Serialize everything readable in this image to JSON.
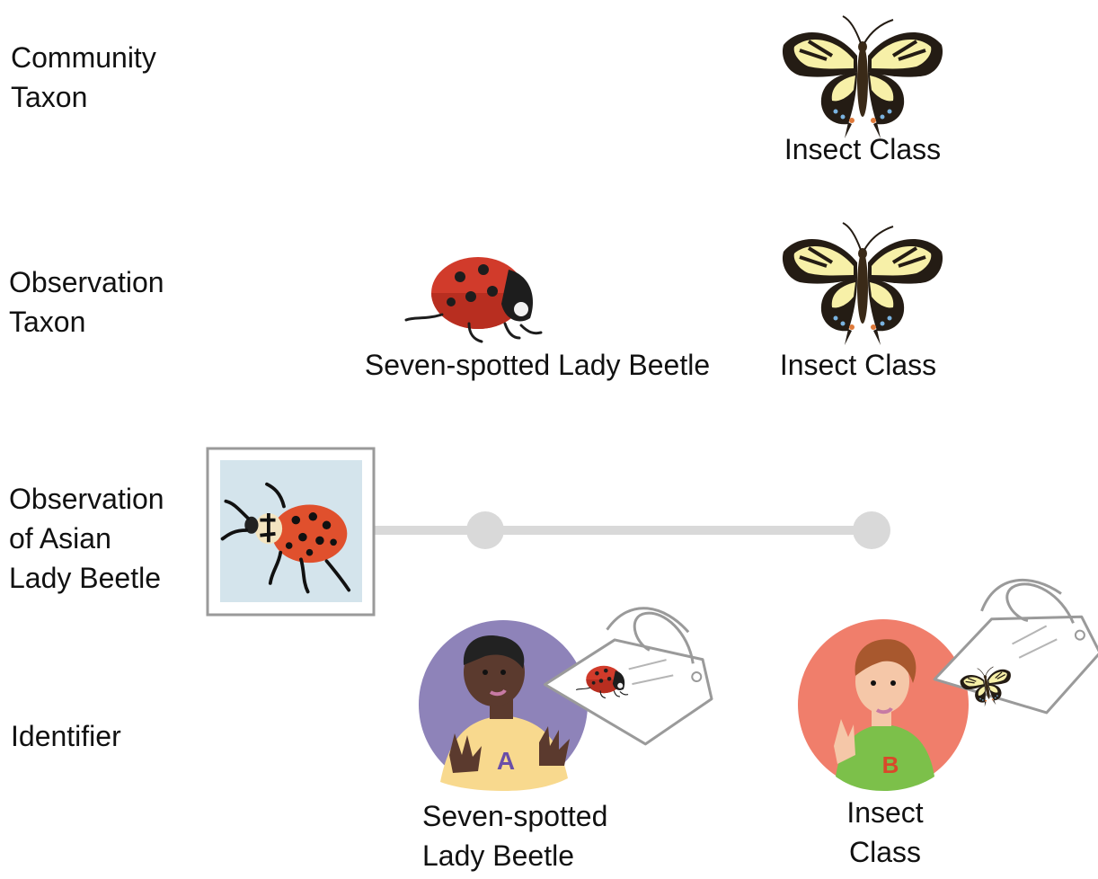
{
  "rows": {
    "community_taxon": "Community\nTaxon",
    "observation_taxon": "Observation\nTaxon",
    "observation": "Observation\nof Asian\nLady Beetle",
    "identifier": "Identifier"
  },
  "community": {
    "taxon_caption": "Insect Class",
    "taxon_icon": "swallowtail-butterfly"
  },
  "observation_taxon": {
    "candidate_a_caption": "Seven-spotted Lady Beetle",
    "candidate_a_icon": "ladybug",
    "candidate_b_caption": "Insect Class",
    "candidate_b_icon": "swallowtail-butterfly"
  },
  "observation": {
    "photo_icon": "asian-lady-beetle"
  },
  "identifiers": [
    {
      "badge_letter": "A",
      "caption": "Seven-spotted\nLady Beetle",
      "color": "#8e83b9",
      "tag_icon": "ladybug"
    },
    {
      "badge_letter": "B",
      "caption": "Insect\nClass",
      "color": "#f07e6b",
      "tag_icon": "swallowtail-butterfly"
    }
  ],
  "colors": {
    "timeline": "#d9d9d9",
    "beetle_red": "#d9482a",
    "butterfly_yellow": "#f7f0a8",
    "photo_bg": "#d4e4ec"
  }
}
